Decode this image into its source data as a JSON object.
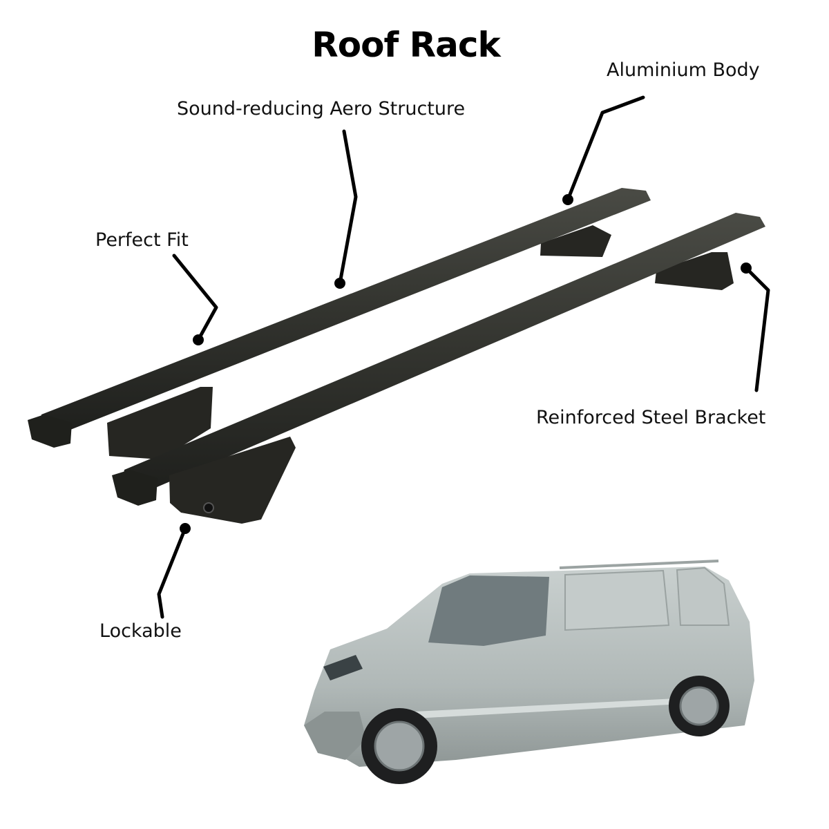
{
  "title": "Roof Rack",
  "callouts": {
    "aluminium_body": "Aluminium Body",
    "aero_structure": "Sound-reducing Aero Structure",
    "perfect_fit": "Perfect Fit",
    "steel_bracket": "Reinforced Steel Bracket",
    "lockable": "Lockable"
  },
  "colors": {
    "bar": "#2f302c",
    "bar_top": "#45463f",
    "foot": "#262622",
    "leader": "#000000",
    "van_body": "#b4bcbb",
    "van_dark": "#8b9392",
    "glass": "#6f7a7d",
    "tire": "#1e1f20"
  }
}
